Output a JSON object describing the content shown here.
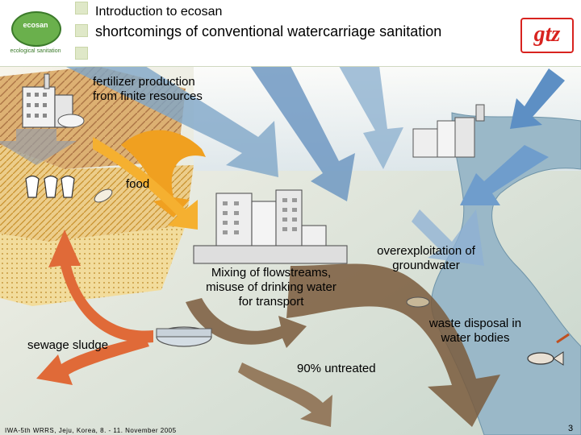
{
  "header": {
    "title": "Introduction to ecosan",
    "subtitle": "shortcomings of conventional watercarriage sanitation",
    "logo_text": "ecosan",
    "logo_subtitle": "ecological sanitation",
    "brand_logo": "gtz"
  },
  "diagram": {
    "label_fertilizer": "fertilizer production from finite resources",
    "label_food": "food",
    "label_mixing": "Mixing of flowstreams, misuse of drinking water for transport",
    "label_overexploitation": "overexploitation of groundwater",
    "label_waste": "waste disposal in water bodies",
    "label_sludge": "sewage sludge",
    "label_untreated": "90% untreated"
  },
  "footer": {
    "conference": "IWA-5th WRRS, Jeju, Korea, 8. - 11. November 2005",
    "page_number": "3"
  },
  "colors": {
    "water": "#6fa0c8",
    "river": "#8fb0c4",
    "wastewater": "#7a5a3c",
    "food_arrow": "#f0a020",
    "sludge_arrow": "#e06a38",
    "field": "#e8c070",
    "brand_red": "#d8231f"
  }
}
